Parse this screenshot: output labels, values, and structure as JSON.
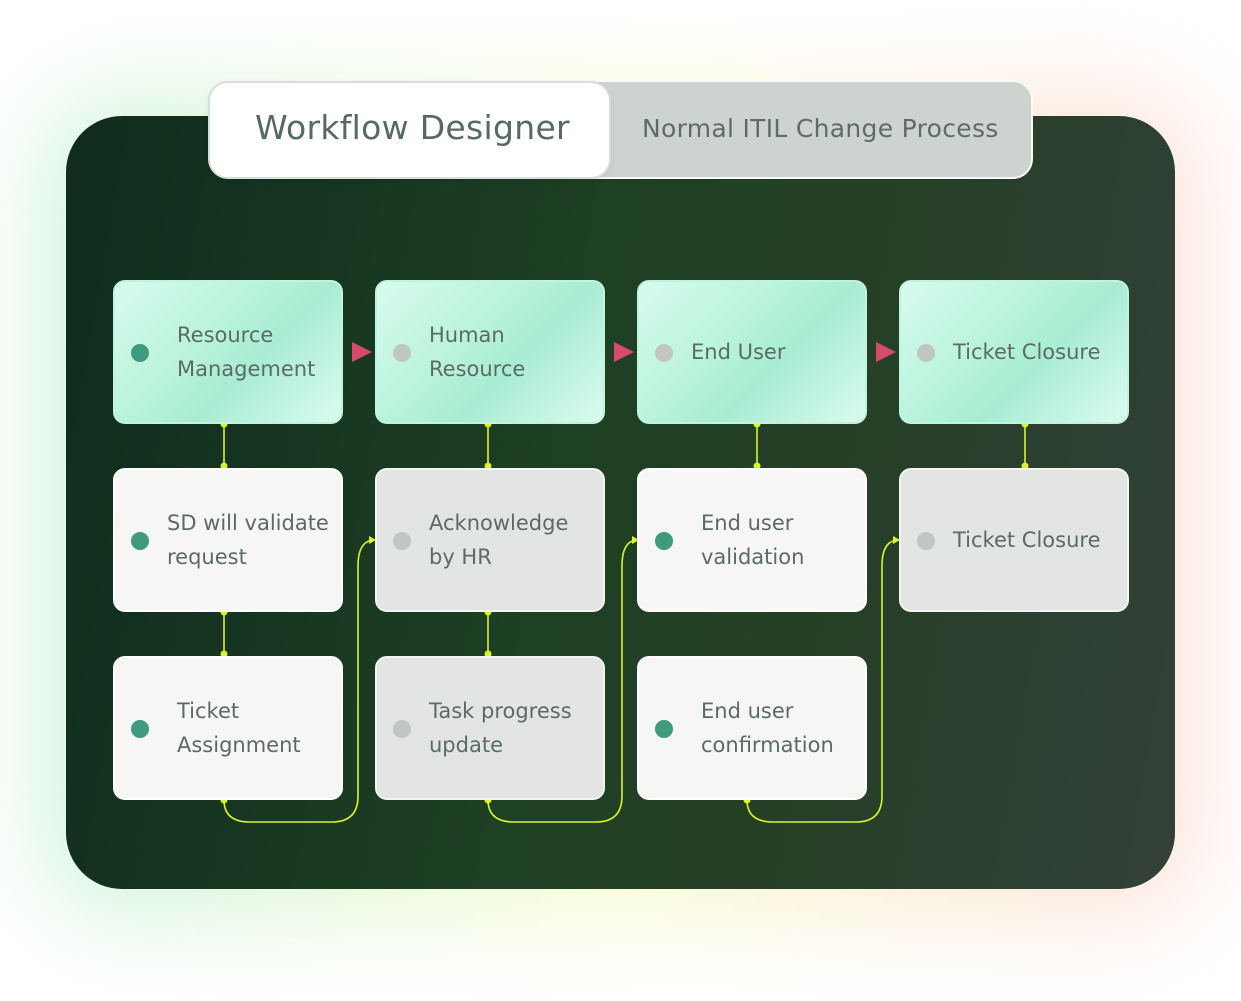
{
  "header": {
    "active_tab": "Workflow Designer",
    "secondary_tab": "Normal ITIL Change Process"
  },
  "columns": [
    {
      "stage": {
        "label": "Resource\nManagement",
        "active": true
      },
      "tasks": [
        {
          "label": "SD will validate\nrequest",
          "active": true
        },
        {
          "label": "Ticket\nAssignment",
          "active": true
        }
      ]
    },
    {
      "stage": {
        "label": "Human\nResource",
        "active": false
      },
      "tasks": [
        {
          "label": "Acknowledge\nby HR",
          "active": false
        },
        {
          "label": "Task progress\nupdate",
          "active": false
        }
      ]
    },
    {
      "stage": {
        "label": "End User",
        "active": false
      },
      "tasks": [
        {
          "label": "End user\nvalidation",
          "active": true
        },
        {
          "label": "End user\nconfirmation",
          "active": true
        }
      ]
    },
    {
      "stage": {
        "label": "Ticket Closure",
        "active": false
      },
      "tasks": [
        {
          "label": "Ticket Closure",
          "active": false
        }
      ]
    }
  ],
  "colors": {
    "active_dot": "#3f9a7e",
    "inactive_dot": "#c2c6c3",
    "stage_arrow": "#d64a6d",
    "connector": "#d8f52a"
  }
}
